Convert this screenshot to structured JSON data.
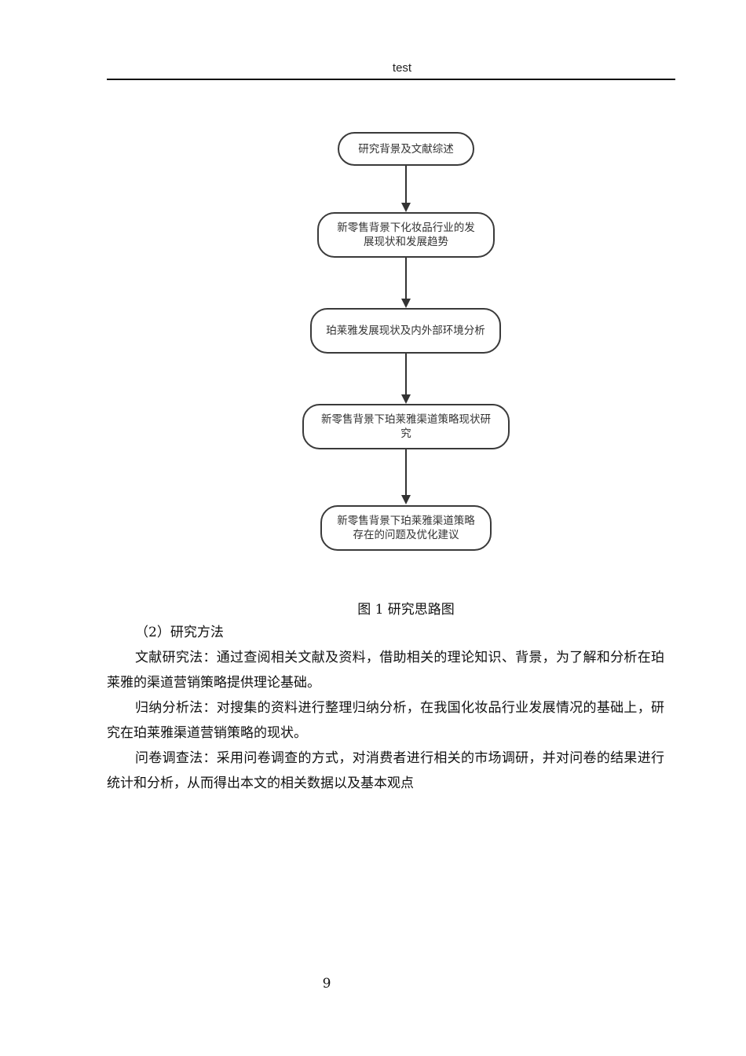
{
  "header": {
    "text": "test"
  },
  "flowchart": {
    "steps": [
      {
        "line1": "研究背景及文献综述",
        "line2": ""
      },
      {
        "line1": "新零售背景下化妆品行业的发",
        "line2": "展现状和发展趋势"
      },
      {
        "line1": "珀莱雅发展现状及内外部环境分析",
        "line2": ""
      },
      {
        "line1": "新零售背景下珀莱雅渠道策略现状研",
        "line2": "究"
      },
      {
        "line1": "新零售背景下珀莱雅渠道策略",
        "line2": "存在的问题及优化建议"
      }
    ]
  },
  "figure": {
    "caption": "图 1 研究思路图"
  },
  "body": {
    "section_heading": "（2）研究方法",
    "paragraphs": [
      "文献研究法：通过查阅相关文献及资料，借助相关的理论知识、背景，为了解和分析在珀莱雅的渠道营销策略提供理论基础。",
      "归纳分析法：对搜集的资料进行整理归纳分析，在我国化妆品行业发展情况的基础上，研究在珀莱雅渠道营销策略的现状。",
      "问卷调查法：采用问卷调查的方式，对消费者进行相关的市场调研，并对问卷的结果进行统计和分析，从而得出本文的相关数据以及基本观点"
    ]
  },
  "footer": {
    "page_number": "9"
  }
}
